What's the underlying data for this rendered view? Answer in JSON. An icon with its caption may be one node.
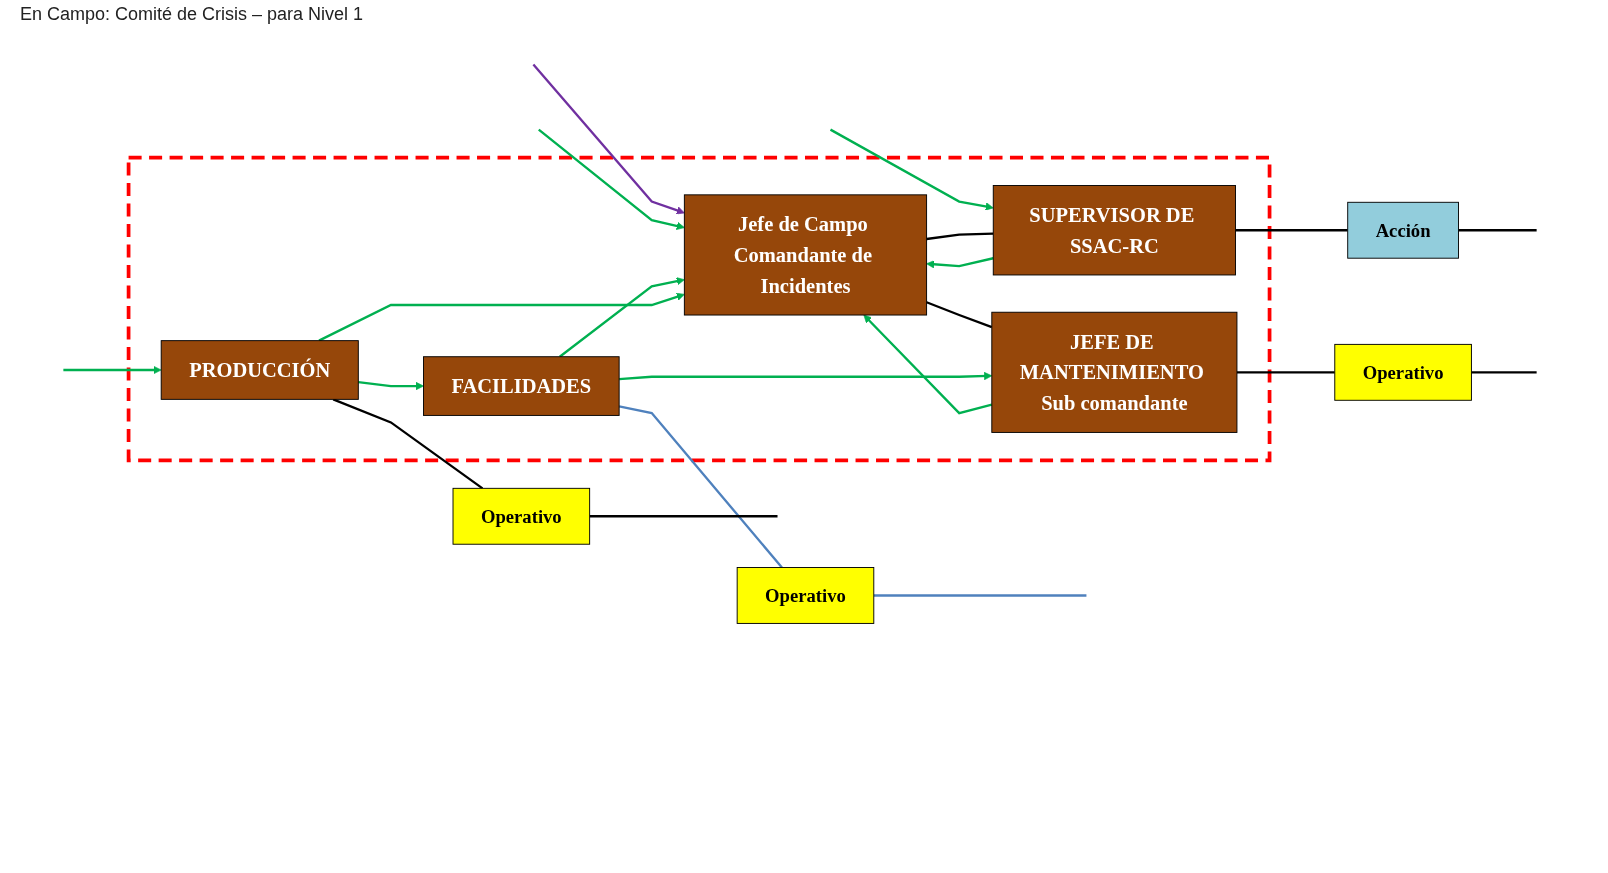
{
  "diagram": {
    "nodes": [
      {
        "text": [],
        "shape": "box"
      },
      {
        "text": [
          "Jefe de Campo Comandante de Incidentes"
        ],
        "in": 0
      },
      {
        "text": [
          "SUPERVISOR DE SSAC-RC"
        ],
        "in": 0
      },
      {
        "text": [
          "JEFE DE MANTENIMIENTO Sub comandante"
        ],
        "in": 0
      },
      {
        "text": [
          "FACILIDADES"
        ],
        "in": 0
      },
      {
        "text": [
          "PRODUCCIÓN"
        ],
        "in": 0
      },
      {
        "text": [
          "Acción"
        ]
      },
      {
        "text": [
          "Operativo"
        ]
      },
      {
        "text": [
          "Operativo"
        ]
      },
      {
        "text": [
          "Operativo"
        ]
      }
    ],
    "edges": [
      {
        "from": null,
        "to": 1,
        "arrow": "to",
        "color": "#7030a0"
      },
      {
        "from": null,
        "to": 2,
        "arrow": "to",
        "color": "#00b050"
      },
      {
        "from": null,
        "to": 1,
        "arrow": "to",
        "color": "#00b050"
      },
      {
        "from": 2,
        "to": 1,
        "arrow": "to",
        "color": "#00b050"
      },
      {
        "from": 1,
        "to": 2,
        "arrow": "none",
        "color": "#000000"
      },
      {
        "from": 1,
        "to": 3,
        "arrow": "none",
        "color": "#000000"
      },
      {
        "from": 3,
        "to": 1,
        "arrow": "to",
        "color": "#00b050"
      },
      {
        "from": 4,
        "to": 1,
        "arrow": "to",
        "color": "#00b050"
      },
      {
        "from": 5,
        "to": 1,
        "arrow": "to",
        "color": "#00b050"
      },
      {
        "from": 4,
        "to": 3,
        "arrow": "to",
        "color": "#00b050"
      },
      {
        "from": 5,
        "to": 4,
        "arrow": "to",
        "color": "#00b050"
      },
      {
        "from": null,
        "to": 5,
        "arrow": "to",
        "color": "#00b050"
      },
      {
        "from": 2,
        "to": 6,
        "arrow": "none",
        "color": "#000000"
      },
      {
        "from": 3,
        "to": 7,
        "arrow": "none",
        "color": "#000000"
      },
      {
        "from": 4,
        "to": 8,
        "arrow": "none",
        "color": "#4f81bd"
      },
      {
        "from": 5,
        "to": 9,
        "arrow": "none",
        "color": "#000000"
      },
      {
        "from": 6,
        "to": null,
        "arrow": "none",
        "color": "#000000"
      },
      {
        "from": 7,
        "to": null,
        "arrow": "none",
        "color": "#000000"
      },
      {
        "from": 8,
        "to": null,
        "arrow": "none",
        "color": "#4f81bd"
      },
      {
        "from": 9,
        "to": null,
        "arrow": "none",
        "color": "#000000"
      }
    ],
    "labels": [
      "En Campo: Comité de Crisis – para Nivel 1"
    ]
  }
}
